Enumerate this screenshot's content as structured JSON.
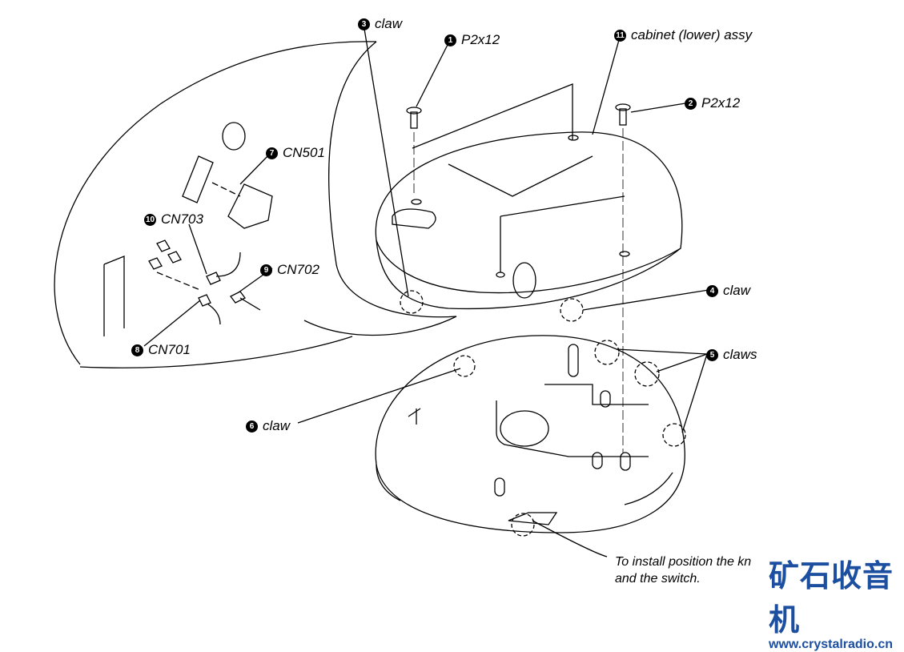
{
  "callouts": [
    {
      "num": "3",
      "text": "claw"
    },
    {
      "num": "1",
      "text": "P2x12"
    },
    {
      "num": "11",
      "text": "cabinet (lower) assy"
    },
    {
      "num": "2",
      "text": "P2x12"
    },
    {
      "num": "7",
      "text": "CN501"
    },
    {
      "num": "10",
      "text": "CN703"
    },
    {
      "num": "9",
      "text": "CN702"
    },
    {
      "num": "8",
      "text": "CN701"
    },
    {
      "num": "4",
      "text": "claw"
    },
    {
      "num": "5",
      "text": "claws"
    },
    {
      "num": "6",
      "text": "claw"
    }
  ],
  "note": {
    "line1": "To install position the kn",
    "line2": "and the switch."
  },
  "watermark": {
    "chinese": "矿石收音机",
    "url": "www.crystalradio.cn"
  }
}
